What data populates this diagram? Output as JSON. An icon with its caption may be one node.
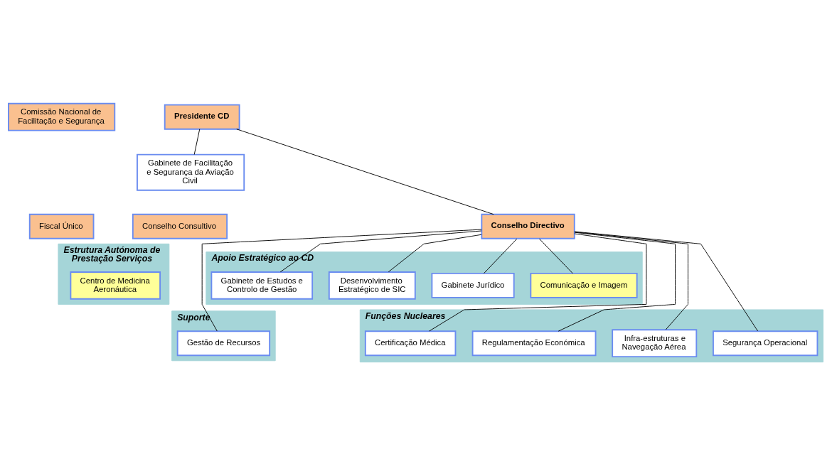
{
  "diagram": {
    "nodes": [
      {
        "text": [
          "Comissão Nacional de Facilitação e Segurança"
        ]
      },
      {
        "text": [
          "Presidente CD"
        ]
      },
      {
        "text": [
          "Gabinete de Facilitação e Segurança da Aviação Civil"
        ]
      },
      {
        "text": [
          "Fiscal Único"
        ]
      },
      {
        "text": [
          "Conselho Directivo"
        ]
      },
      {
        "text": [
          "Conselho Consultivo"
        ]
      },
      {
        "text": [
          "Apoio Estratégico ao CD"
        ]
      },
      {
        "text": [
          "Gabinete de Estudos e Controlo de Gestão"
        ],
        "in": 6
      },
      {
        "text": [
          "Desenvolvimento Estratégico de SIC"
        ],
        "in": 6
      },
      {
        "text": [
          "Comunicação e Imagem"
        ],
        "in": 6
      },
      {
        "text": [
          "Gabinete Jurídico"
        ],
        "in": 6
      },
      {
        "text": [
          "Estrutura Autónoma de Prestação Serviços"
        ]
      },
      {
        "text": [
          "Centro de Medicina Aeronáutica"
        ],
        "in": 11
      },
      {
        "text": [
          "Suporte"
        ]
      },
      {
        "text": [
          "Gestão de Recursos"
        ],
        "in": 13
      },
      {
        "text": [
          "Funções Nucleares"
        ]
      },
      {
        "text": [
          "Infra-estruturas e Navegação Aérea"
        ],
        "in": 15
      },
      {
        "text": [
          "Segurança Operacional"
        ],
        "in": 15
      },
      {
        "text": [
          "Regulamentação Económica"
        ],
        "in": 15
      },
      {
        "text": [
          "Certificação Médica"
        ],
        "in": 15
      }
    ],
    "edges": [
      {
        "from": 1,
        "to": 4,
        "arrow": "none"
      },
      {
        "from": 1,
        "to": 2,
        "arrow": "none"
      },
      {
        "from": 4,
        "to": 7,
        "arrow": "none"
      },
      {
        "from": 4,
        "to": 8,
        "arrow": "none"
      },
      {
        "from": 4,
        "to": 9,
        "arrow": "none"
      },
      {
        "from": 4,
        "to": 10,
        "arrow": "none"
      },
      {
        "from": 4,
        "to": 14,
        "arrow": "none"
      },
      {
        "from": 4,
        "to": 16,
        "arrow": "none"
      },
      {
        "from": 4,
        "to": 17,
        "arrow": "none"
      },
      {
        "from": 4,
        "to": 18,
        "arrow": "none"
      },
      {
        "from": 4,
        "to": 19,
        "arrow": "none"
      }
    ]
  }
}
